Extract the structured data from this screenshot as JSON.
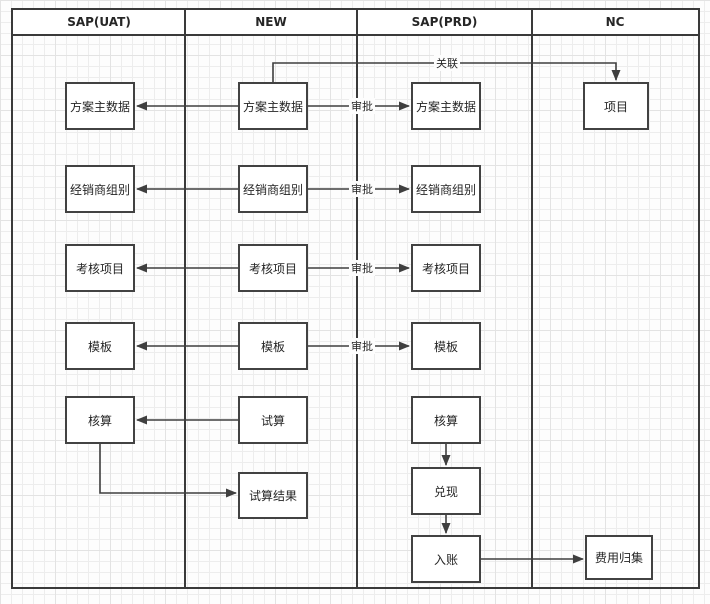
{
  "lanes": [
    {
      "label": "SAP(UAT)"
    },
    {
      "label": "NEW"
    },
    {
      "label": "SAP(PRD)"
    },
    {
      "label": "NC"
    }
  ],
  "nodes": {
    "uat_plan_master": "方案主数据",
    "uat_dealer_group": "经销商组别",
    "uat_assessment_item": "考核项目",
    "uat_template": "模板",
    "uat_accounting": "核算",
    "new_plan_master": "方案主数据",
    "new_dealer_group": "经销商组别",
    "new_assessment_item": "考核项目",
    "new_template": "模板",
    "new_trial_calc": "试算",
    "new_trial_result": "试算结果",
    "prd_plan_master": "方案主数据",
    "prd_dealer_group": "经销商组别",
    "prd_assessment_item": "考核项目",
    "prd_template": "模板",
    "prd_accounting": "核算",
    "prd_cash": "兑现",
    "prd_posting": "入账",
    "nc_project": "项目",
    "nc_cost_collection": "费用归集"
  },
  "edge_labels": {
    "approve_plan": "审批",
    "approve_dealer": "审批",
    "approve_assessment": "审批",
    "approve_template": "审批",
    "relation": "关联"
  },
  "colors": {
    "line": "#3f3f3f",
    "box_border": "#424242",
    "box_fill": "#ffffff",
    "text": "#262626",
    "grid_minor": "#ededed",
    "grid_major": "#e3e3e3"
  }
}
